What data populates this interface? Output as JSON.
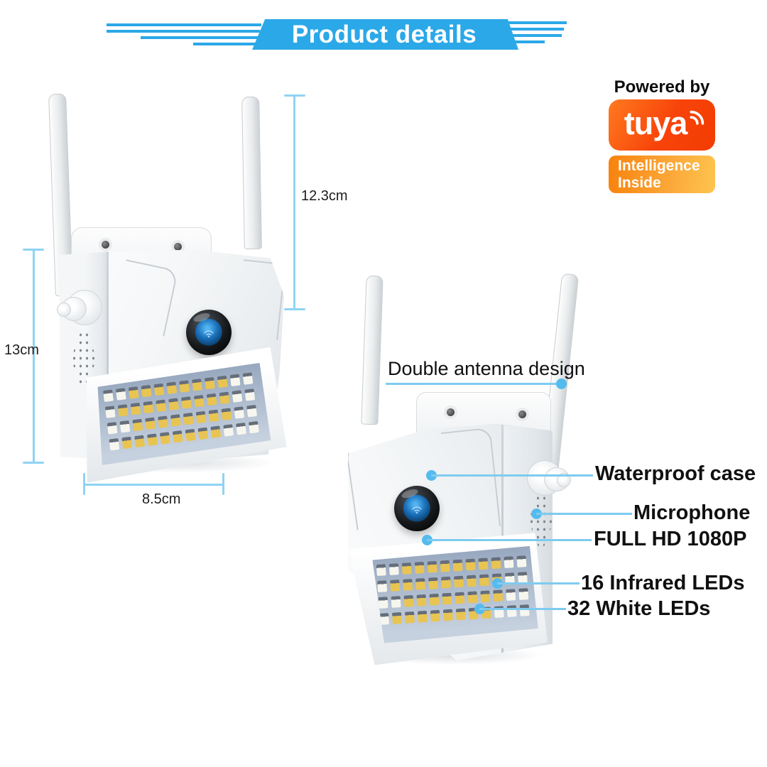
{
  "header": {
    "title": "Product details",
    "banner_color": "#2ba8e8"
  },
  "tuya_badge": {
    "powered_by": "Powered by",
    "brand": "tuya",
    "tagline_line1": "Intelligence",
    "tagline_line2": "Inside"
  },
  "dimensions": {
    "antenna_height": "12.3cm",
    "body_height": "13cm",
    "body_width": "8.5cm"
  },
  "callouts": {
    "double_antenna": "Double antenna design",
    "waterproof_case": "Waterproof case",
    "microphone": "Microphone",
    "full_hd": "FULL HD 1080P",
    "infrared_leds": "16 Infrared LEDs",
    "white_leds": "32 White LEDs"
  },
  "led_panel": {
    "rows": 4,
    "cols": 12,
    "pattern": [
      "WWYYYYYYYYWW",
      "WYYYYYYYYYWW",
      "WWYYYYYYYYWW",
      "WYYYYYYYYWWW"
    ]
  },
  "colors": {
    "banner_blue": "#2ba8e8",
    "dimension_line_blue": "#8fd3f3",
    "callout_line_blue": "#7ecbf0",
    "callout_dot_blue": "#55bbee",
    "tuya_orange": "#f8430a",
    "badge_orange_start": "#f8820d",
    "badge_orange_end": "#fec44e",
    "led_yellow": "#e8c453",
    "led_white": "#f6f6ef"
  }
}
